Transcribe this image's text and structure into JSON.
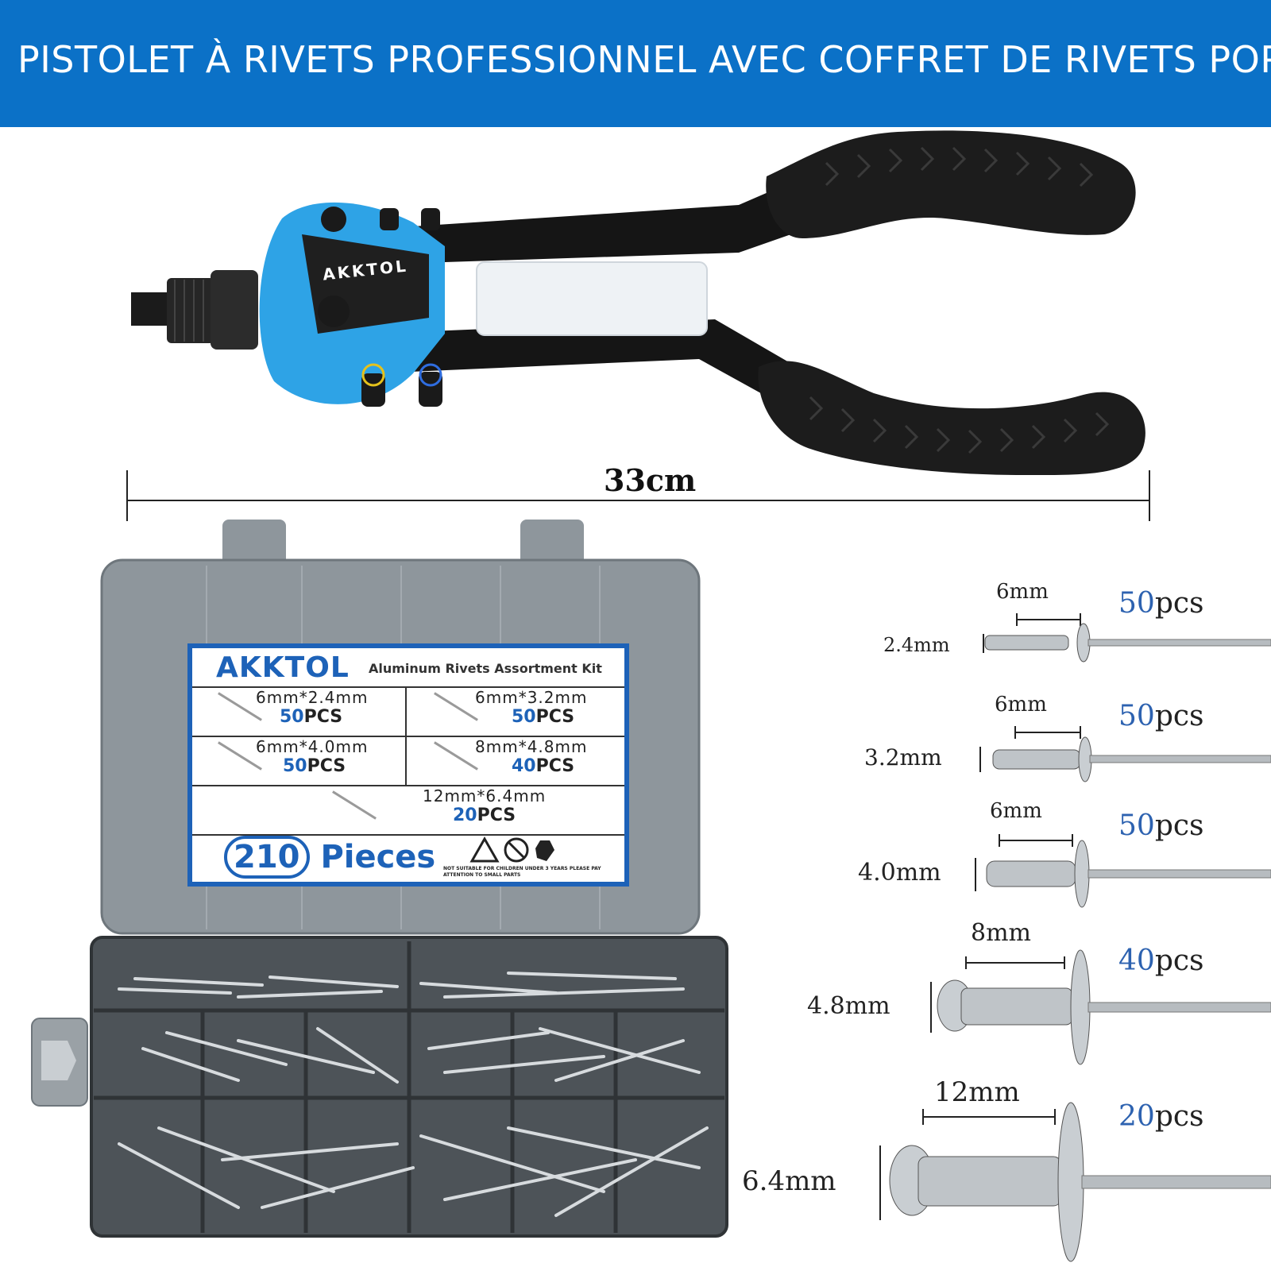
{
  "banner": {
    "title": "PISTOLET À RIVETS PROFESSIONNEL AVEC COFFRET DE RIVETS POP"
  },
  "tool": {
    "brand_mark": "AKKTOL",
    "length_label": "33cm"
  },
  "box_label": {
    "brand": "AKKTOL",
    "kit_name": "Aluminum Rivets Assortment Kit",
    "items": [
      {
        "size": "6mm*2.4mm",
        "count": "50",
        "unit": "PCS"
      },
      {
        "size": "6mm*3.2mm",
        "count": "50",
        "unit": "PCS"
      },
      {
        "size": "6mm*4.0mm",
        "count": "50",
        "unit": "PCS"
      },
      {
        "size": "8mm*4.8mm",
        "count": "40",
        "unit": "PCS"
      },
      {
        "size": "12mm*6.4mm",
        "count": "20",
        "unit": "PCS"
      }
    ],
    "total_number": "210",
    "total_word": "Pieces",
    "warning": "NOT SUITABLE FOR CHILDREN UNDER 3 YEARS PLEASE PAY ATTENTION TO SMALL PARTS"
  },
  "rivet_specs": [
    {
      "length": "6mm",
      "diameter": "2.4mm",
      "count": "50",
      "unit": "pcs"
    },
    {
      "length": "6mm",
      "diameter": "3.2mm",
      "count": "50",
      "unit": "pcs"
    },
    {
      "length": "6mm",
      "diameter": "4.0mm",
      "count": "50",
      "unit": "pcs"
    },
    {
      "length": "8mm",
      "diameter": "4.8mm",
      "count": "40",
      "unit": "pcs"
    },
    {
      "length": "12mm",
      "diameter": "6.4mm",
      "count": "20",
      "unit": "pcs"
    }
  ],
  "colors": {
    "banner": "#0b71c7",
    "tool_head": "#2ea3e6",
    "handle": "#1a1a1a",
    "label_blue": "#1d62b8",
    "case_grey": "#8e969c"
  }
}
